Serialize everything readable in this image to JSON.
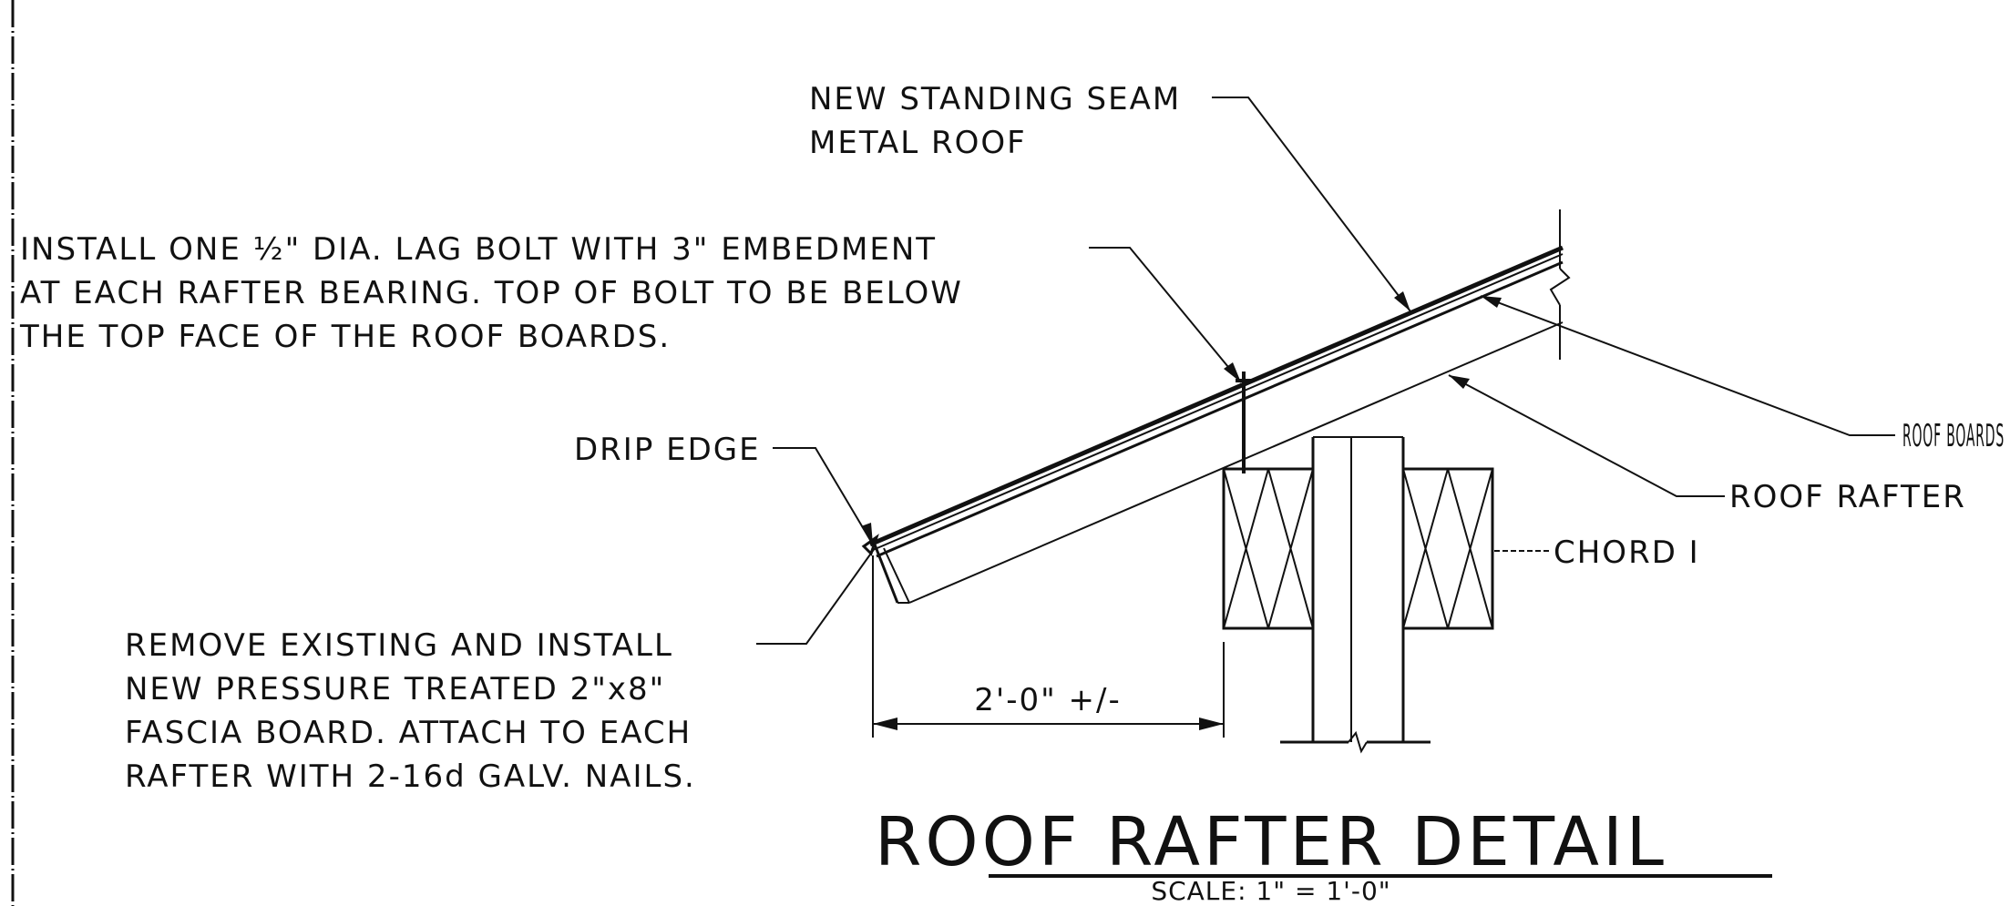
{
  "drawing": {
    "labels": {
      "roof_note_line1": "NEW STANDING SEAM",
      "roof_note_line2": "METAL ROOF",
      "lag_bolt_line1": "INSTALL ONE ½\" DIA. LAG BOLT WITH 3\" EMBEDMENT",
      "lag_bolt_line2": "AT EACH RAFTER BEARING. TOP OF BOLT TO BE BELOW",
      "lag_bolt_line3": "THE TOP FACE OF THE ROOF BOARDS.",
      "drip_edge": "DRIP EDGE",
      "roof_boards": "ROOF BOARDS",
      "roof_rafter": "ROOF RAFTER",
      "chord": "CHORD I",
      "fascia_line1": "REMOVE EXISTING AND INSTALL",
      "fascia_line2": "NEW PRESSURE TREATED 2\"x8\"",
      "fascia_line3": "FASCIA BOARD. ATTACH TO EACH",
      "fascia_line4": "RAFTER WITH 2-16d GALV. NAILS.",
      "dimension": "2'-0\" +/-"
    },
    "title": "ROOF RAFTER DETAIL",
    "scale": "SCALE: 1\" = 1'-0\""
  }
}
